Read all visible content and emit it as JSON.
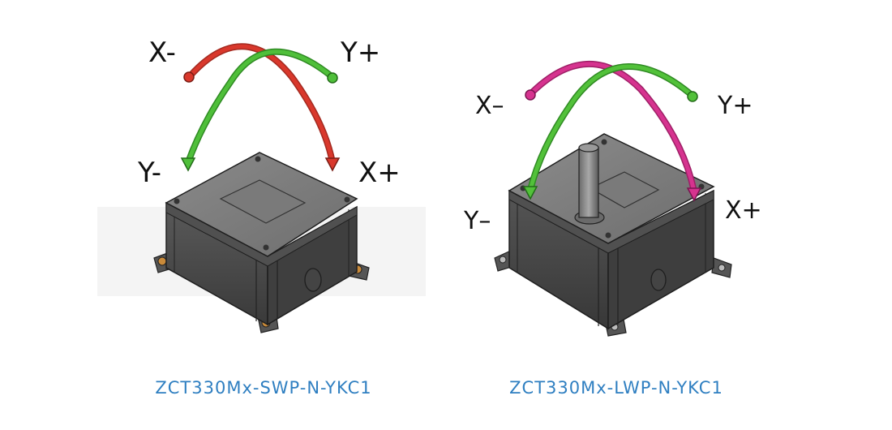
{
  "colors": {
    "caption": "#2f7fc1",
    "left_x_arrow": "#d9382c",
    "left_y_arrow": "#4fbf3a",
    "right_x_arrow": "#d6338f",
    "right_y_arrow": "#52c13a",
    "housing_top": "#7f7f7f",
    "housing_side": "#4a4a4a"
  },
  "left": {
    "caption": "ZCT330Mx-SWP-N-YKC1",
    "labels": {
      "x_minus": "X-",
      "x_plus": "X+",
      "y_minus": "Y-",
      "y_plus": "Y+"
    }
  },
  "right": {
    "caption": "ZCT330Mx-LWP-N-YKC1",
    "labels": {
      "x_minus": "X–",
      "x_plus": "X+",
      "y_minus": "Y–",
      "y_plus": "Y+"
    }
  }
}
